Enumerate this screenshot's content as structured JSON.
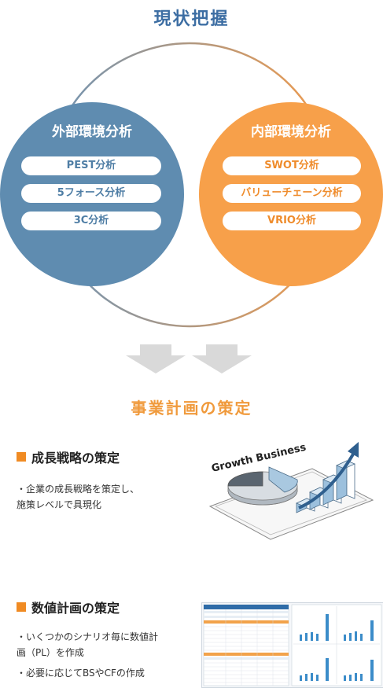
{
  "header": {
    "title": "現状把握"
  },
  "venn": {
    "external": {
      "title": "外部環境分析",
      "color": "#5f8cb0",
      "items": [
        "PEST分析",
        "5フォース分析",
        "3C分析"
      ]
    },
    "internal": {
      "title": "内部環境分析",
      "color": "#f7a04a",
      "items": [
        "SWOT分析",
        "バリューチェーン分析",
        "VRIO分析"
      ]
    }
  },
  "plan": {
    "heading": "事業計画の策定"
  },
  "sections": [
    {
      "title": "成長戦略の策定",
      "bullets": [
        "・企業の成長戦略を策定し、",
        "施策レベルで具現化"
      ],
      "illustration_caption": "Growth Business"
    },
    {
      "title": "数値計画の策定",
      "bullets": [
        "・いくつかのシナリオ毎に数値計",
        "画（PL）を作成",
        "・必要に応じてBSやCFの作成"
      ]
    }
  ],
  "colors": {
    "accent_orange": "#f08b23",
    "title_blue": "#3d6ea3",
    "arrow_gray": "#d9d9d9"
  }
}
